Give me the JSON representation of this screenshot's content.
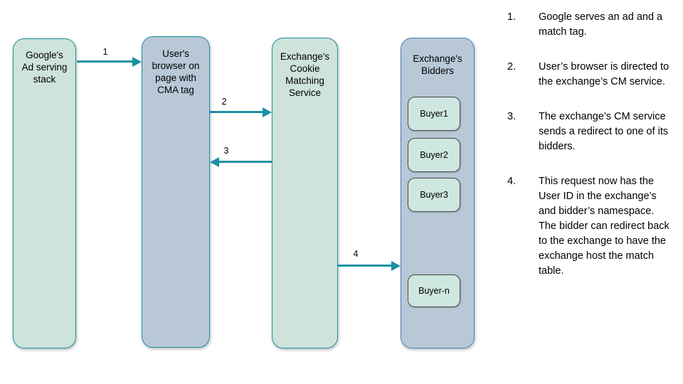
{
  "colors": {
    "accent_teal": "#1A91A3",
    "green_fill": "#CEE3DA",
    "blue_fill": "#B8C8D6",
    "blue_border": "#4A7FC0",
    "buyer_fill": "#CEE7E0",
    "buyer_border": "#4A4A4A",
    "text": "#000000"
  },
  "diagram": {
    "nodes": [
      {
        "id": "google-ad-stack",
        "label": "Google's\nAd serving\nstack"
      },
      {
        "id": "user-browser",
        "label": "User's\nbrowser on\npage with\nCMA tag"
      },
      {
        "id": "cookie-matching-service",
        "label": "Exchange's\nCookie\nMatching\nService"
      },
      {
        "id": "exchange-bidders",
        "label": "Exchange's\nBidders"
      }
    ],
    "buyers": [
      "Buyer1",
      "Buyer2",
      "Buyer3",
      "Buyer-n"
    ],
    "arrows": [
      {
        "label": "1"
      },
      {
        "label": "2"
      },
      {
        "label": "3"
      },
      {
        "label": "4"
      }
    ]
  },
  "steps": [
    {
      "num": "1.",
      "text": "Google serves an ad and a match tag."
    },
    {
      "num": "2.",
      "text": "User’s browser is directed to the exchange’s CM service."
    },
    {
      "num": "3.",
      "text": "The exchange’s CM service sends a redirect to one of its bidders."
    },
    {
      "num": "4.",
      "text": "This request now has the User ID in the exchange’s and bidder’s namespace. The bidder can redirect back to the exchange to have the exchange host the match table."
    }
  ]
}
